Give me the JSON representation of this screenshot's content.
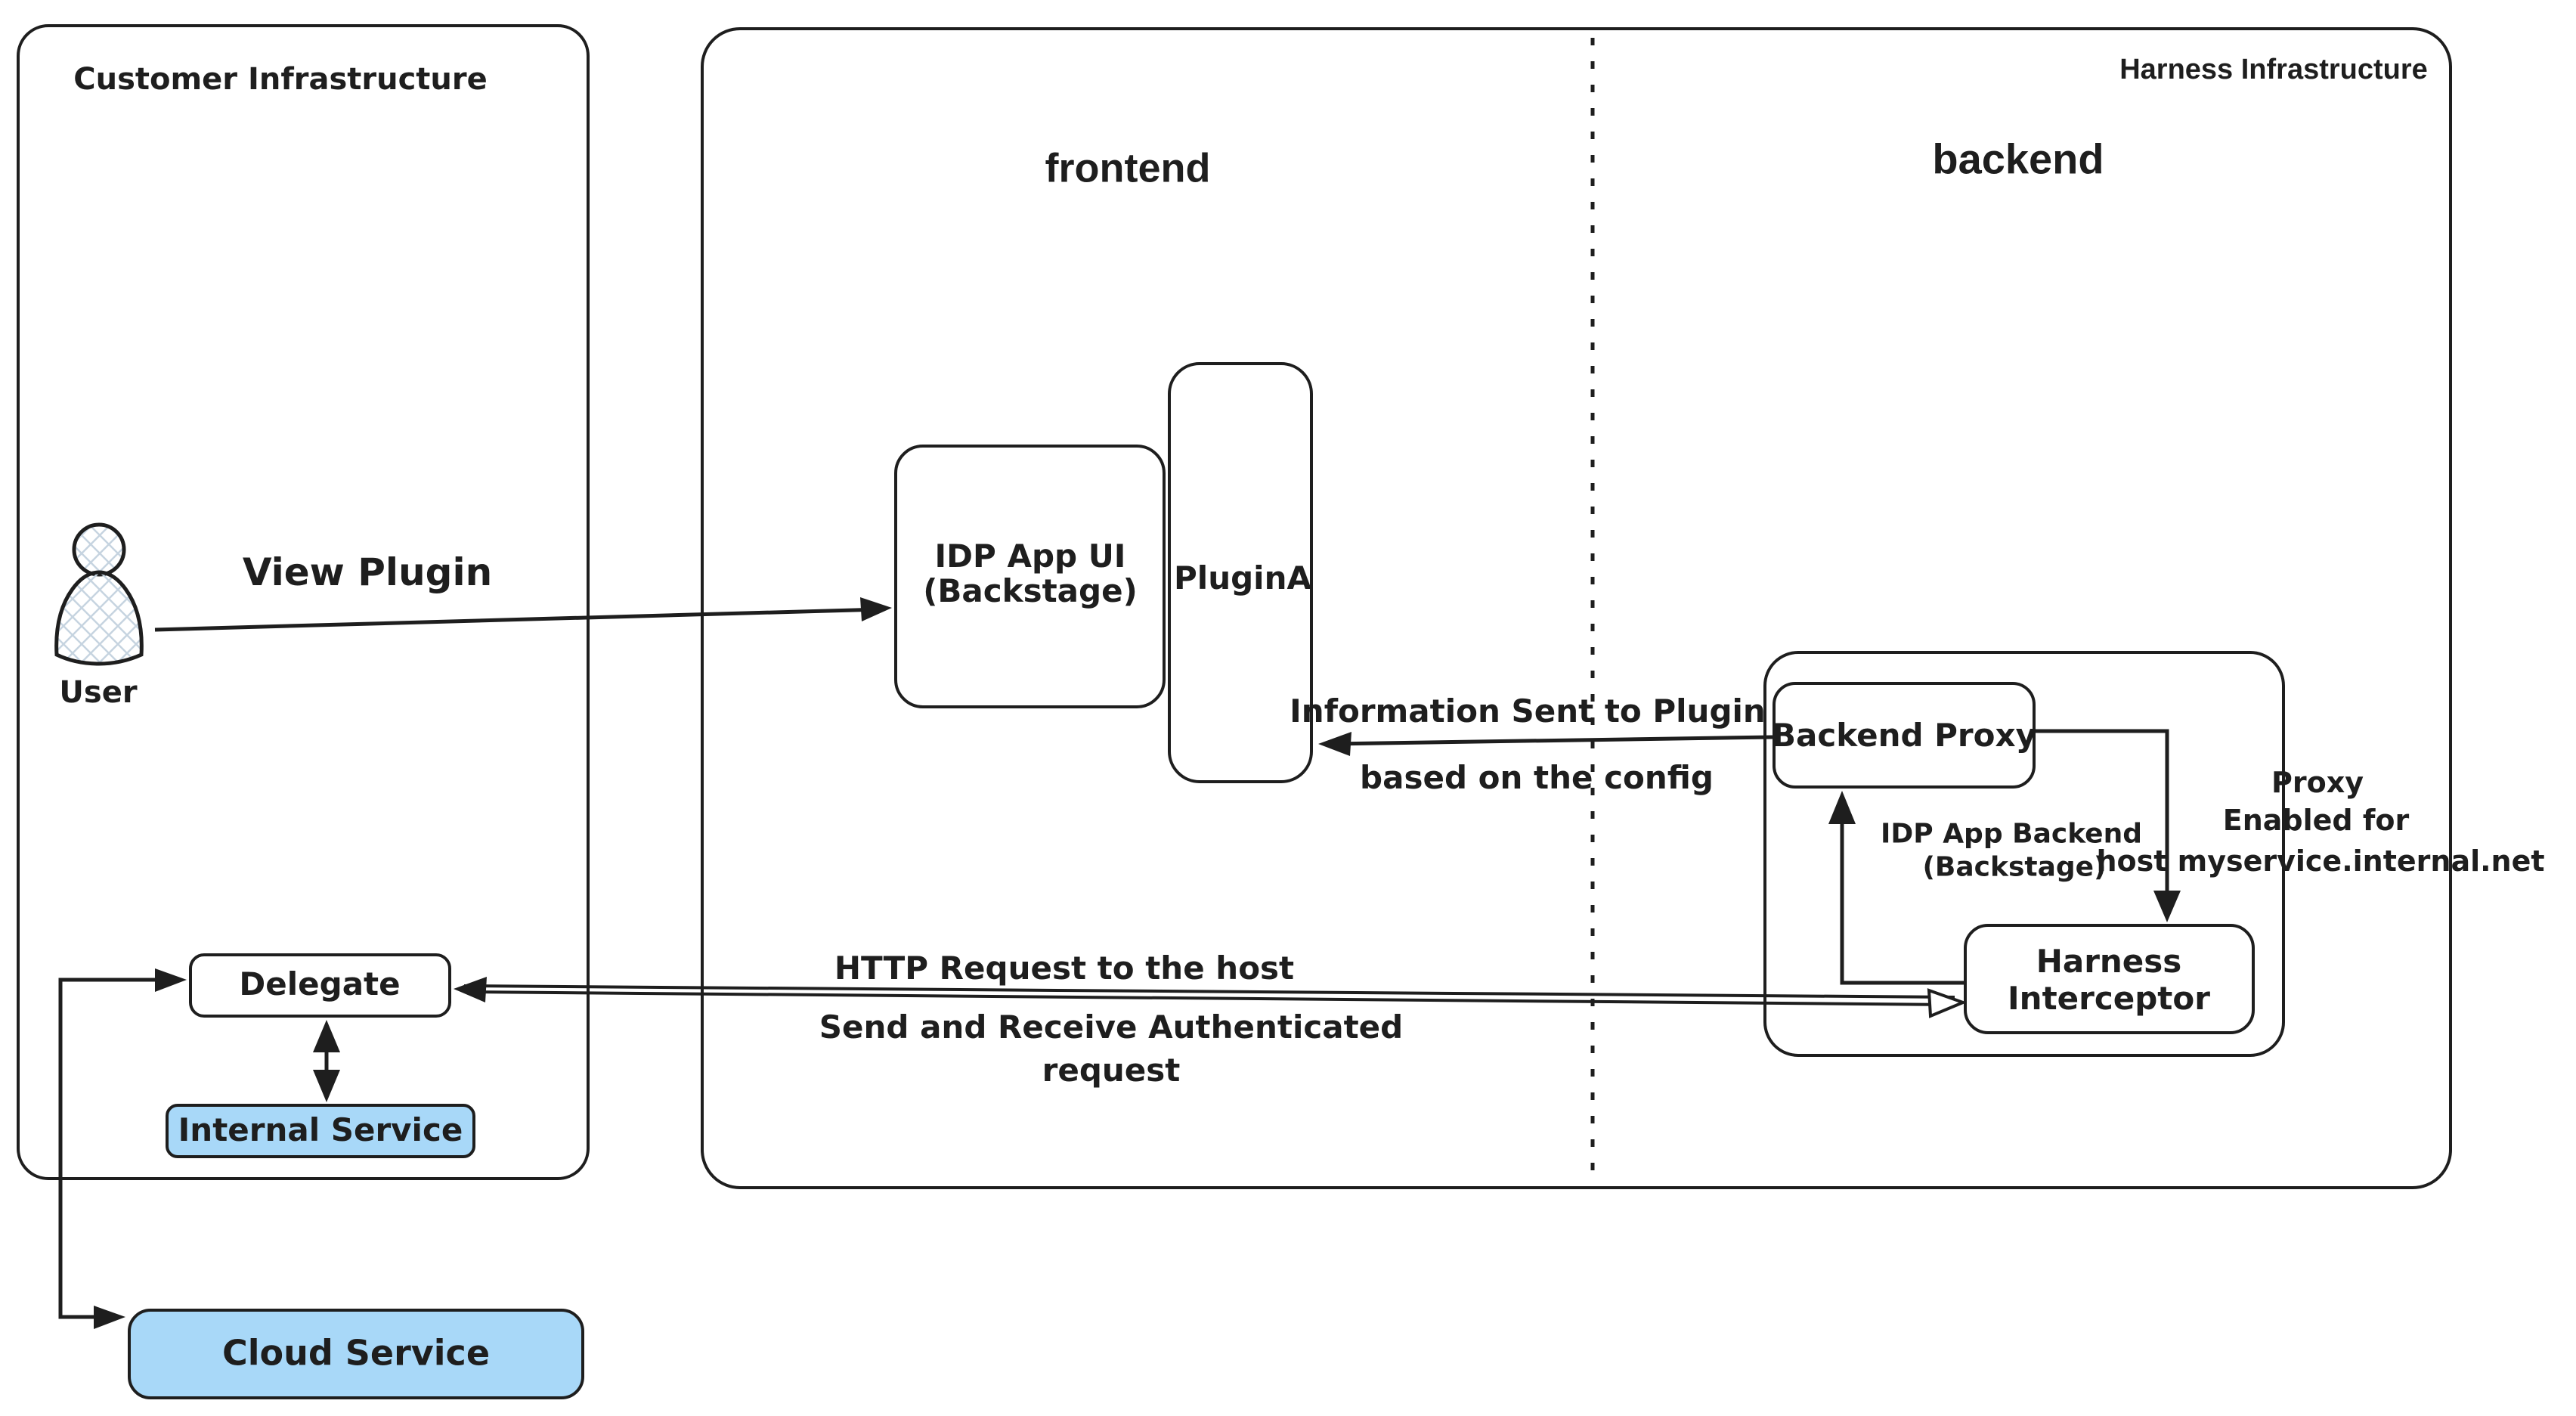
{
  "regions": {
    "customer": {
      "label": "Customer Infrastructure"
    },
    "harness": {
      "label": "Harness Infrastructure",
      "frontend_label": "frontend",
      "backend_label": "backend"
    }
  },
  "nodes": {
    "user": {
      "label": "User"
    },
    "idp_app_ui": {
      "line1": "IDP App UI",
      "line2": "(Backstage)"
    },
    "plugin_a": {
      "label": "PluginA"
    },
    "backend_proxy": {
      "label": "Backend Proxy"
    },
    "idp_app_backend": {
      "line1": "IDP App Backend",
      "line2": "(Backstage)"
    },
    "harness_interceptor": {
      "line1": "Harness",
      "line2": "Interceptor"
    },
    "delegate": {
      "label": "Delegate"
    },
    "internal_service": {
      "label": "Internal Service"
    },
    "cloud_service": {
      "label": "Cloud Service"
    }
  },
  "annotations": {
    "view_plugin": "View Plugin",
    "info_sent_line1": "Information Sent to Plugin",
    "info_sent_line2": "based on the config",
    "proxy_enabled_line1": "Proxy",
    "proxy_enabled_line2": "Enabled for",
    "proxy_enabled_line3": "host myservice.internal.net",
    "http_request": "HTTP Request to the host",
    "send_receive_line1": "Send and Receive Authenticated",
    "send_receive_line2": "request"
  },
  "colors": {
    "stroke": "#1e1e1e",
    "service_fill": "#a8d8f8",
    "hatch": "#c6d4e0",
    "background": "#ffffff"
  }
}
